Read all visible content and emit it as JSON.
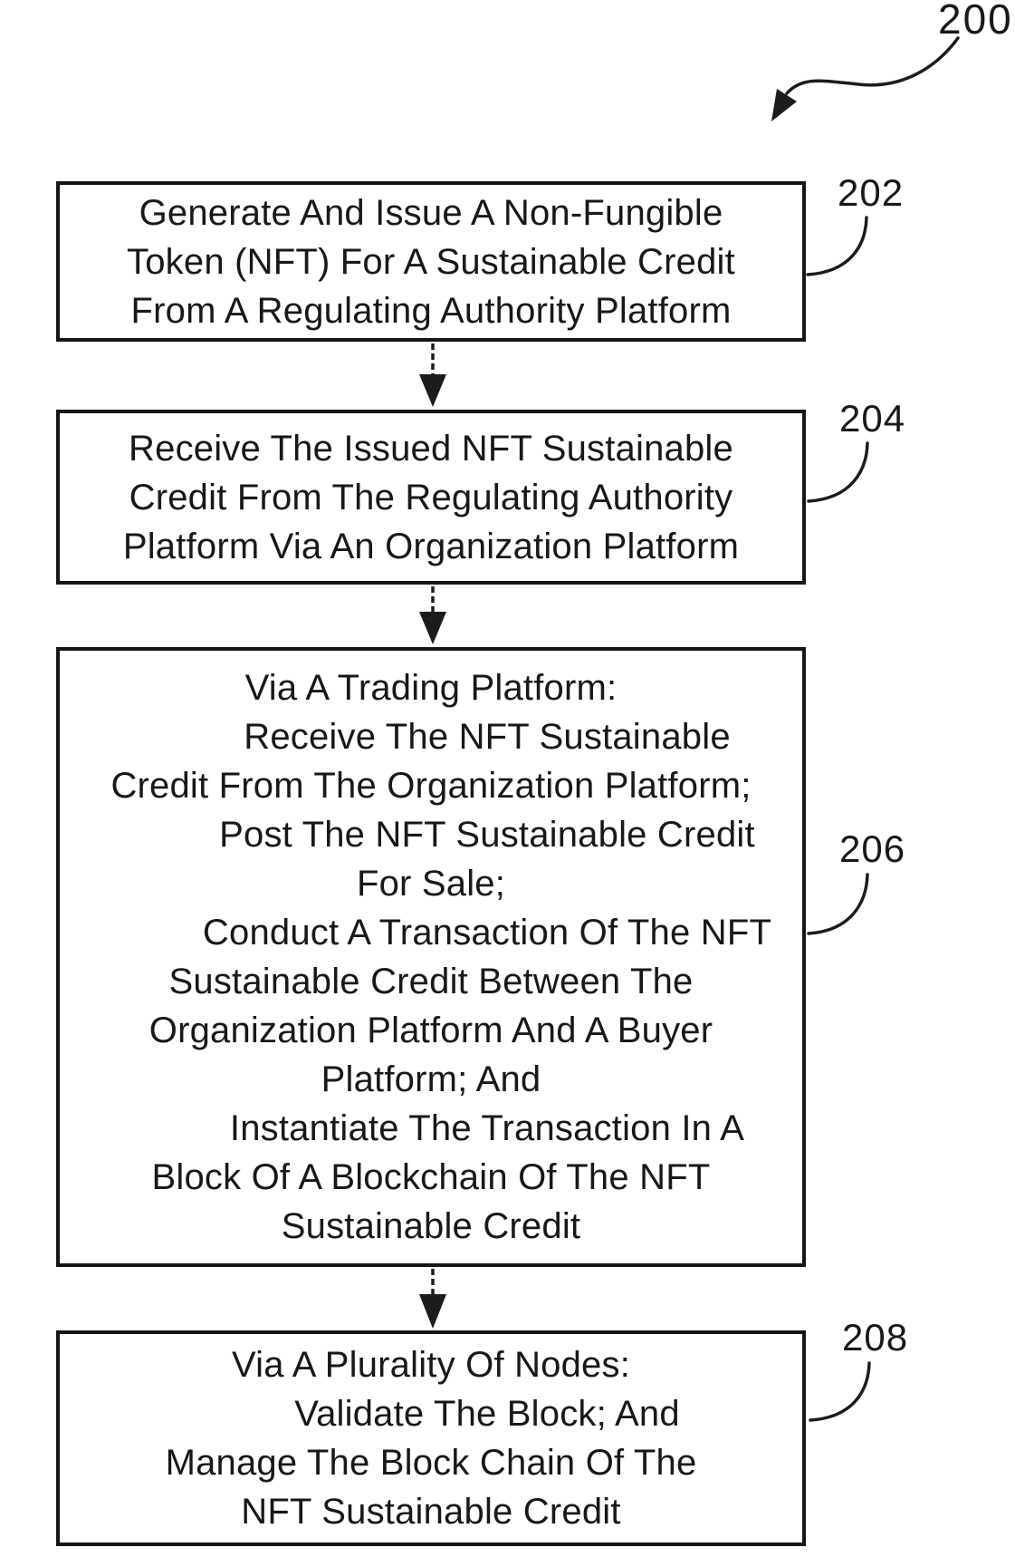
{
  "figure": {
    "reference_label": "200",
    "steps": [
      {
        "label": "202",
        "lines": [
          "Generate And Issue A Non-Fungible",
          "Token (NFT) For A Sustainable Credit",
          "From A Regulating Authority Platform"
        ]
      },
      {
        "label": "204",
        "lines": [
          "Receive The Issued NFT Sustainable",
          "Credit From The Regulating Authority",
          "Platform Via An Organization Platform"
        ]
      },
      {
        "label": "206",
        "lines": [
          "Via A Trading Platform:",
          "Receive The NFT Sustainable",
          "Credit From The Organization Platform;",
          "Post The NFT Sustainable Credit",
          "For Sale;",
          "Conduct A Transaction Of The NFT",
          "Sustainable Credit Between The",
          "Organization Platform And A Buyer",
          "Platform; And",
          "Instantiate The Transaction In A",
          "Block Of A Blockchain Of The NFT",
          "Sustainable Credit"
        ]
      },
      {
        "label": "208",
        "lines": [
          "Via A Plurality Of Nodes:",
          "Validate The Block; And",
          "Manage The Block Chain Of The",
          "NFT Sustainable Credit"
        ]
      }
    ]
  }
}
